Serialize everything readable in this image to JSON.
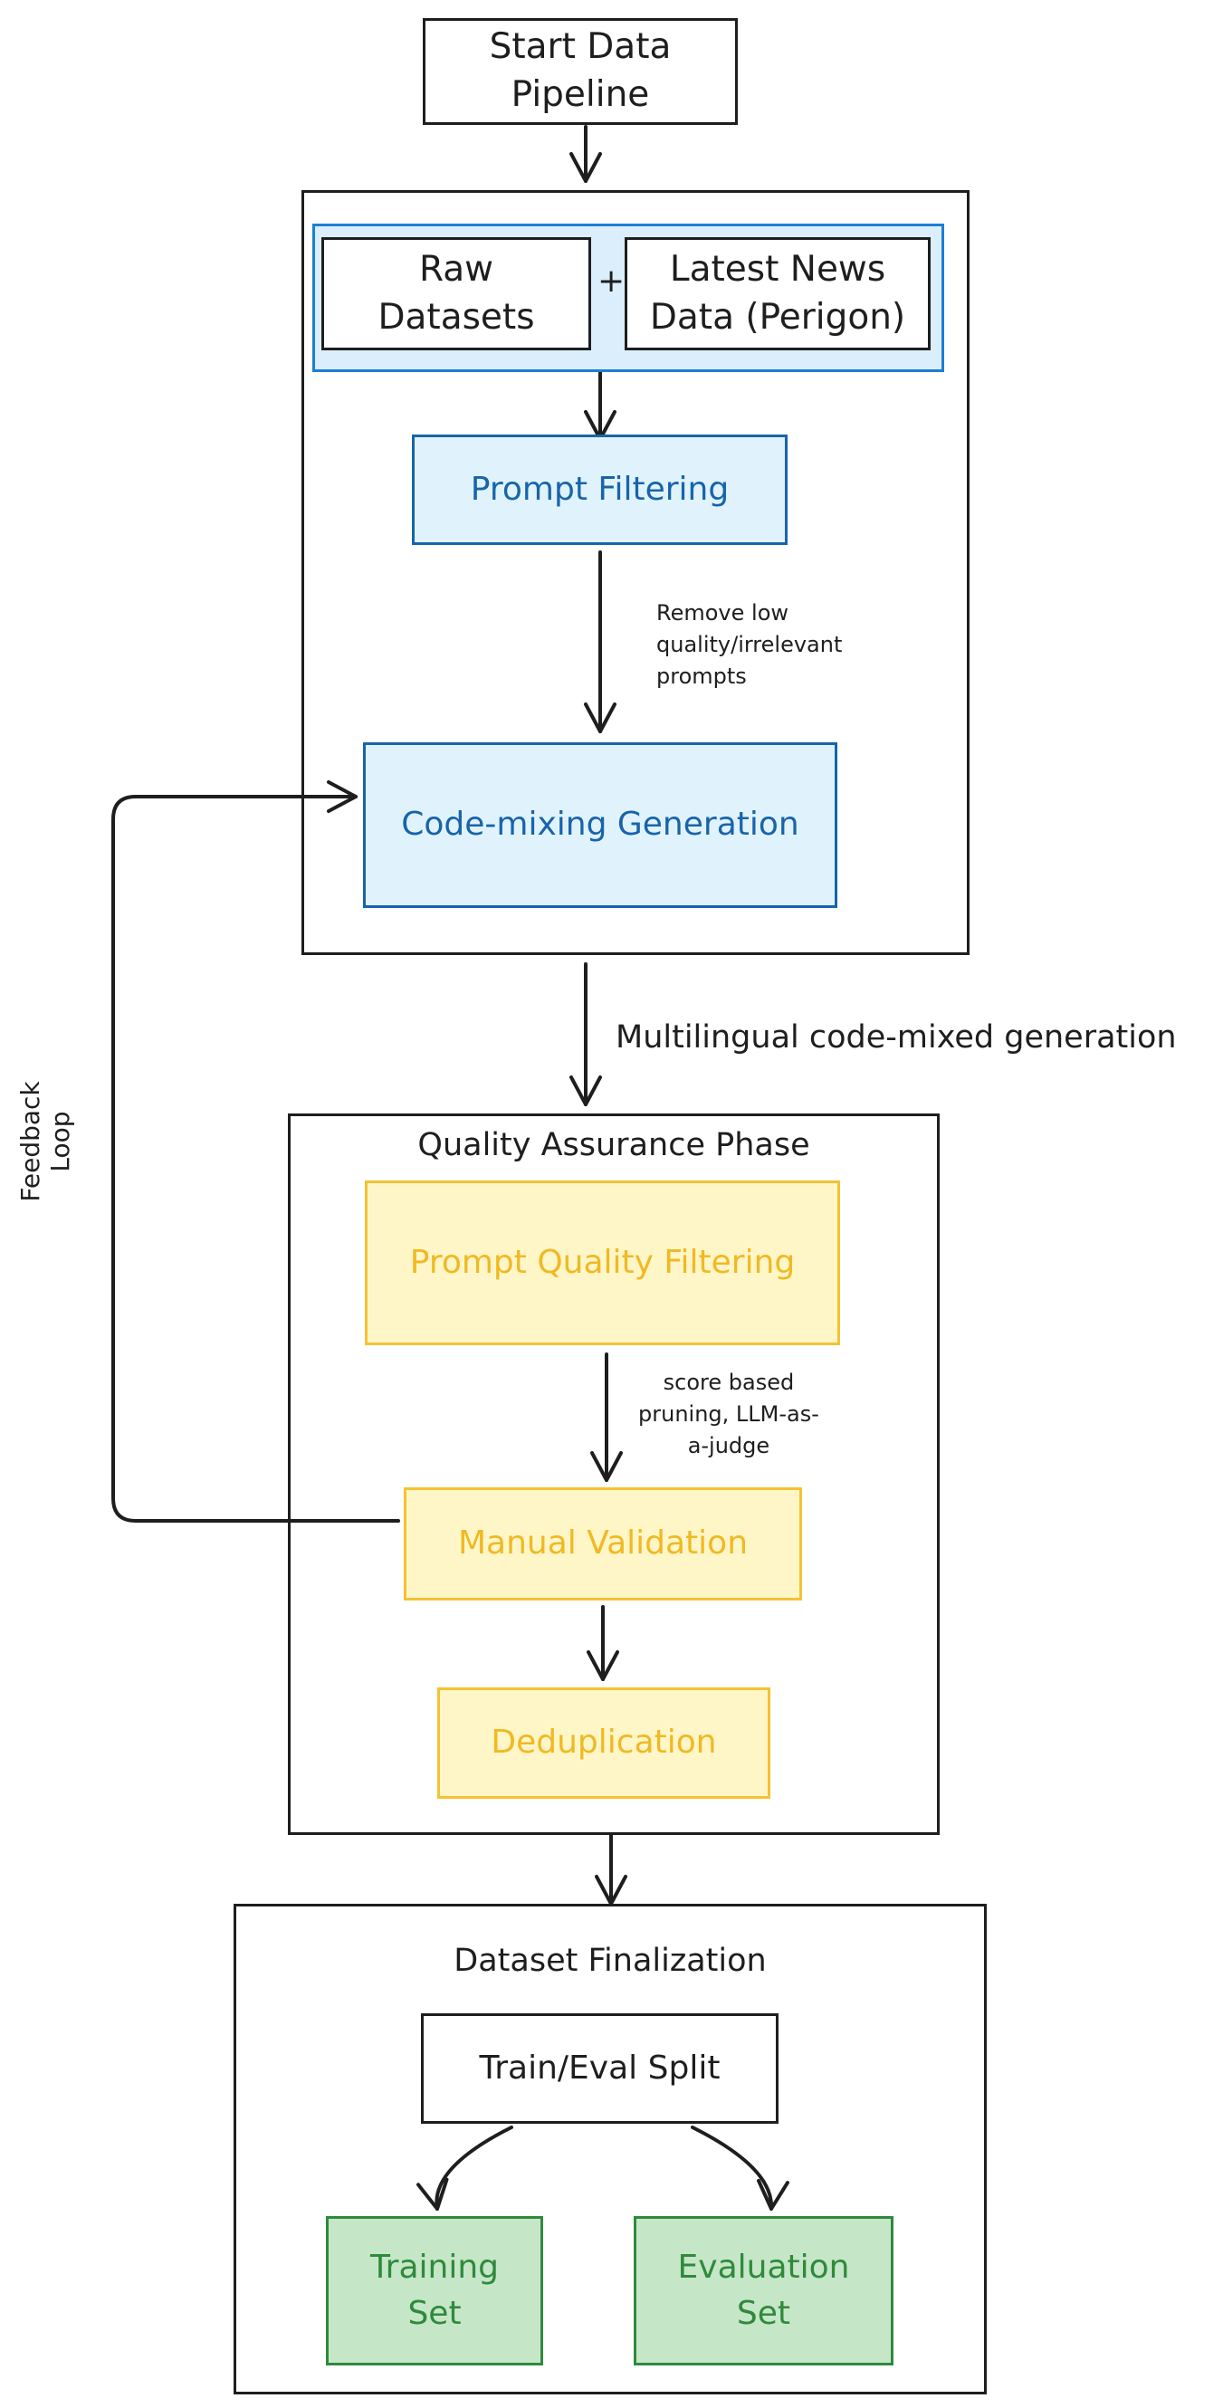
{
  "nodes": {
    "start": "Start Data\nPipeline",
    "raw_datasets": "Raw\nDatasets",
    "plus": "+",
    "latest_news": "Latest News\nData (Perigon)",
    "prompt_filtering": "Prompt Filtering",
    "code_mixing": "Code-mixing Generation",
    "quality_title": "Quality Assurance Phase",
    "prompt_quality": "Prompt Quality Filtering",
    "manual_validation": "Manual Validation",
    "deduplication": "Deduplication",
    "finalization_title": "Dataset Finalization",
    "train_eval_split": "Train/Eval Split",
    "training_set": "Training\nSet",
    "evaluation_set": "Evaluation\nSet"
  },
  "edge_labels": {
    "remove_low_quality": "Remove low\nquality/irrelevant\nprompts",
    "multilingual": "Multilingual code-mixed generation",
    "score_based": "score based\npruning, LLM-as-\na-judge",
    "feedback_loop": "Feedback Loop"
  },
  "colors": {
    "stroke": "#1e1e1e",
    "blue_stroke": "#1864ab",
    "blue_fill": "#e0f3fc",
    "yellow_stroke": "#f5c233",
    "yellow_fill": "#fff6c7",
    "yellow_text": "#f0b924",
    "green_stroke": "#2f8a3b",
    "green_fill": "#c6e6c8"
  }
}
